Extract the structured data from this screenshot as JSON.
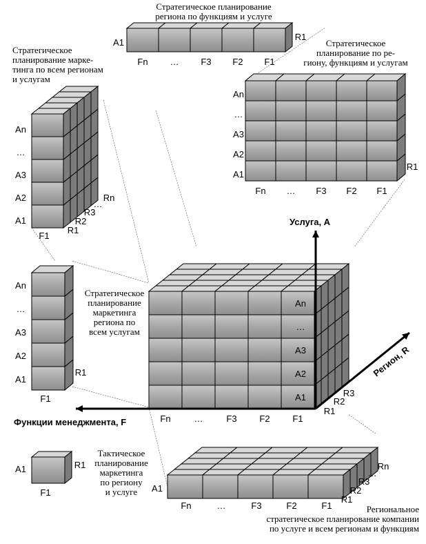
{
  "captions": {
    "top": "Стратегическое планирование\nрегиона по функциям и услуге",
    "top_right": "Стратегическое\nпланирование по ре-\nгиону, функциям и услугам",
    "top_left": "Стратегическое\nпланирование марке-\nтинга по всем регионам\nи услугам",
    "mid_left": "Стратегическое\nпланирование\nмаркетинга\nрегиона по\nвсем услугам",
    "bottom_left": "Тактическое\nпланирование\nмаркетинга\nпо региону\nи услуге",
    "bottom_right": "Региональное\nстратегическое планирование компании\nпо услуге и всем регионам и функциям"
  },
  "axes": {
    "service": "Услуга, А",
    "region": "Регион, R",
    "functions": "Функции менеджмента, F"
  },
  "labels": {
    "A1": "A1",
    "A2": "A2",
    "A3": "A3",
    "An": "An",
    "dots": "…",
    "F1": "F1",
    "F2": "F2",
    "F3": "F3",
    "Fn": "Fn",
    "R1": "R1",
    "R2": "R2",
    "R3": "R3",
    "Rn": "Rn"
  },
  "colors": {
    "face": "#a8a8a8",
    "top": "#d8d8d8",
    "side": "#7c7c7c",
    "stroke": "#000000"
  }
}
